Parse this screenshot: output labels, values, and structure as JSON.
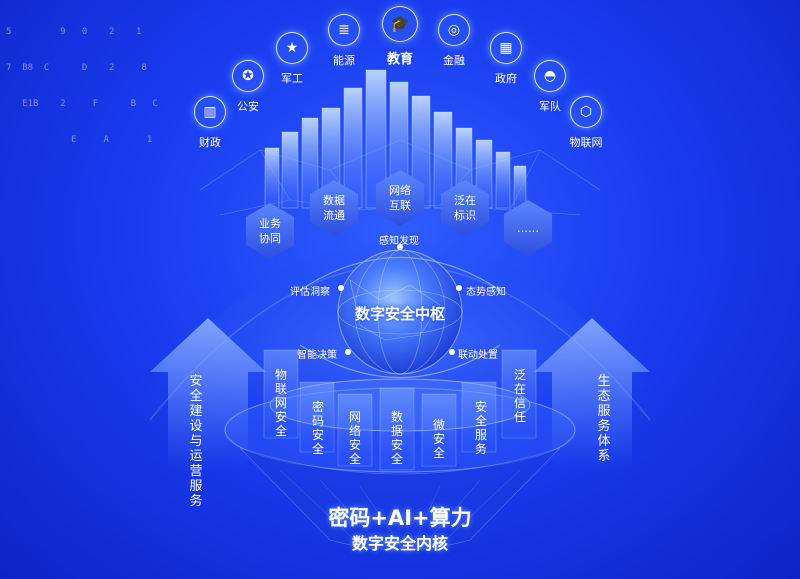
{
  "code_chars": [
    "5         9   0    2    1",
    "7  B8  C      D    2     8",
    "   E1B    2     F      B   C",
    "            E     A       1"
  ],
  "sectors": [
    {
      "label": "财政",
      "icon": "bar-chart-icon",
      "glyph": "▥"
    },
    {
      "label": "公安",
      "icon": "police-badge-icon",
      "glyph": "✪"
    },
    {
      "label": "军工",
      "icon": "military-wing-icon",
      "glyph": "★"
    },
    {
      "label": "能源",
      "icon": "energy-icon",
      "glyph": "≣"
    },
    {
      "label": "教育",
      "icon": "graduation-cap-icon",
      "glyph": "🎓"
    },
    {
      "label": "金融",
      "icon": "coins-icon",
      "glyph": "◎"
    },
    {
      "label": "政府",
      "icon": "government-building-icon",
      "glyph": "▦"
    },
    {
      "label": "军队",
      "icon": "military-cap-icon",
      "glyph": "◓"
    },
    {
      "label": "物联网",
      "icon": "iot-network-icon",
      "glyph": "⬡"
    }
  ],
  "hexagons": [
    "业务协同",
    "数据流通",
    "网络互联",
    "泛在标识",
    "……"
  ],
  "sphere": {
    "title": "数字安全中枢",
    "labels": [
      "感知发现",
      "评估洞察",
      "态势感知",
      "智能决策",
      "联动处置"
    ]
  },
  "pillars": [
    "物联网安全",
    "密码安全",
    "网络安全",
    "数据安全",
    "微安全",
    "安全服务",
    "泛在信任"
  ],
  "left_side": "安全建设与运营服务",
  "right_side": "生态服务体系",
  "core": {
    "title": "密码+AI+算力",
    "subtitle": "数字安全内核"
  }
}
